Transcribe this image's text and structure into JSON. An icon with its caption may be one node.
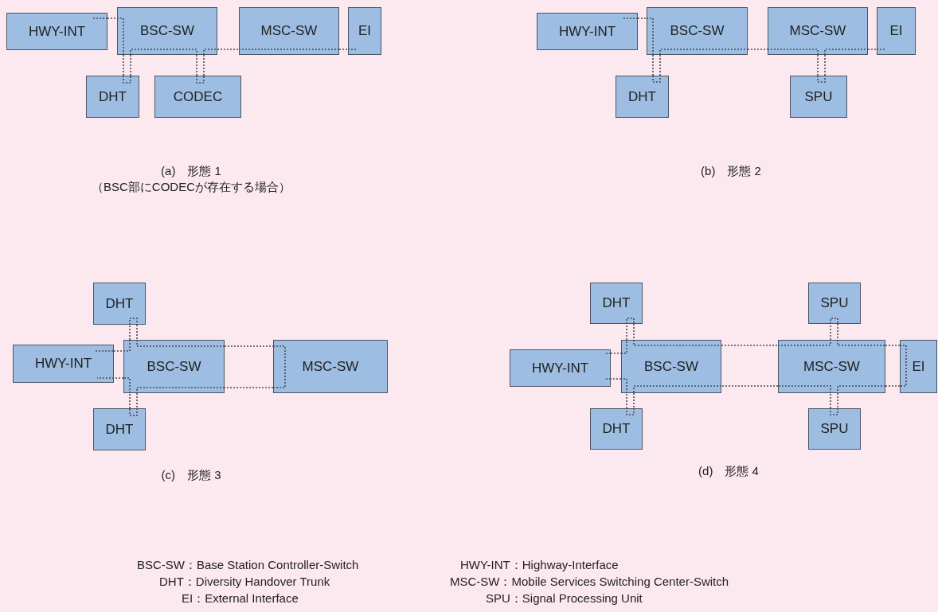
{
  "diagram": {
    "nodes": [
      {
        "text": [
          "HWY-INT"
        ]
      },
      {
        "text": [
          "BSC-SW"
        ]
      },
      {
        "text": [
          "MSC-SW"
        ]
      },
      {
        "text": [
          "EI"
        ]
      },
      {
        "text": [
          "DHT"
        ]
      },
      {
        "text": [
          "CODEC"
        ]
      },
      {
        "text": [
          "HWY-INT"
        ]
      },
      {
        "text": [
          "BSC-SW"
        ]
      },
      {
        "text": [
          "MSC-SW"
        ]
      },
      {
        "text": [
          "EI"
        ]
      },
      {
        "text": [
          "DHT"
        ]
      },
      {
        "text": [
          "SPU"
        ]
      },
      {
        "text": [
          "DHT"
        ]
      },
      {
        "text": [
          "HWY-INT"
        ]
      },
      {
        "text": [
          "BSC-SW"
        ]
      },
      {
        "text": [
          "MSC-SW"
        ]
      },
      {
        "text": [
          "DHT"
        ]
      },
      {
        "text": [
          "DHT"
        ]
      },
      {
        "text": [
          "SPU"
        ]
      },
      {
        "text": [
          "HWY-INT"
        ]
      },
      {
        "text": [
          "BSC-SW"
        ]
      },
      {
        "text": [
          "MSC-SW"
        ]
      },
      {
        "text": [
          "EI"
        ]
      },
      {
        "text": [
          "DHT"
        ]
      },
      {
        "text": [
          "SPU"
        ]
      }
    ],
    "edges": [
      {
        "from": 0,
        "to": 1,
        "arrow": "none",
        "style": "dashed"
      },
      {
        "from": 1,
        "to": 4,
        "arrow": "none",
        "style": "dashed"
      },
      {
        "from": 4,
        "to": 1,
        "arrow": "none",
        "style": "dashed"
      },
      {
        "from": 1,
        "to": 5,
        "arrow": "none",
        "style": "dashed"
      },
      {
        "from": 5,
        "to": 1,
        "arrow": "none",
        "style": "dashed"
      },
      {
        "from": 1,
        "to": 2,
        "arrow": "none",
        "style": "dashed"
      },
      {
        "from": 2,
        "to": 3,
        "arrow": "none",
        "style": "dashed"
      },
      {
        "from": 6,
        "to": 7,
        "arrow": "none",
        "style": "dashed"
      },
      {
        "from": 7,
        "to": 10,
        "arrow": "none",
        "style": "dashed"
      },
      {
        "from": 10,
        "to": 7,
        "arrow": "none",
        "style": "dashed"
      },
      {
        "from": 7,
        "to": 8,
        "arrow": "none",
        "style": "dashed"
      },
      {
        "from": 8,
        "to": 11,
        "arrow": "none",
        "style": "dashed"
      },
      {
        "from": 11,
        "to": 8,
        "arrow": "none",
        "style": "dashed"
      },
      {
        "from": 8,
        "to": 9,
        "arrow": "none",
        "style": "dashed"
      },
      {
        "from": 13,
        "to": 14,
        "arrow": "none",
        "style": "dashed"
      },
      {
        "from": 14,
        "to": 12,
        "arrow": "none",
        "style": "dashed"
      },
      {
        "from": 12,
        "to": 14,
        "arrow": "none",
        "style": "dashed"
      },
      {
        "from": 14,
        "to": 15,
        "arrow": "none",
        "style": "dashed"
      },
      {
        "from": 15,
        "to": 14,
        "arrow": "none",
        "style": "dashed"
      },
      {
        "from": 14,
        "to": 16,
        "arrow": "none",
        "style": "dashed"
      },
      {
        "from": 16,
        "to": 14,
        "arrow": "none",
        "style": "dashed"
      },
      {
        "from": 14,
        "to": 13,
        "arrow": "none",
        "style": "dashed"
      },
      {
        "from": 19,
        "to": 20,
        "arrow": "none",
        "style": "dashed"
      },
      {
        "from": 20,
        "to": 17,
        "arrow": "none",
        "style": "dashed"
      },
      {
        "from": 17,
        "to": 20,
        "arrow": "none",
        "style": "dashed"
      },
      {
        "from": 20,
        "to": 21,
        "arrow": "none",
        "style": "dashed"
      },
      {
        "from": 21,
        "to": 18,
        "arrow": "none",
        "style": "dashed"
      },
      {
        "from": 18,
        "to": 21,
        "arrow": "none",
        "style": "dashed"
      },
      {
        "from": 21,
        "to": 22,
        "arrow": "none",
        "style": "dashed"
      },
      {
        "from": 22,
        "to": 21,
        "arrow": "none",
        "style": "dashed"
      },
      {
        "from": 21,
        "to": 24,
        "arrow": "none",
        "style": "dashed"
      },
      {
        "from": 24,
        "to": 21,
        "arrow": "none",
        "style": "dashed"
      },
      {
        "from": 21,
        "to": 20,
        "arrow": "none",
        "style": "dashed"
      },
      {
        "from": 20,
        "to": 23,
        "arrow": "none",
        "style": "dashed"
      },
      {
        "from": 23,
        "to": 20,
        "arrow": "none",
        "style": "dashed"
      },
      {
        "from": 20,
        "to": 19,
        "arrow": "none",
        "style": "dashed"
      }
    ],
    "labels": [
      "(a)　形態 1",
      "（BSC部にCODECが存在する場合）",
      "(b)　形態 2",
      "(c)　形態 3",
      "(d)　形態 4",
      "BSC-SW：Base Station Controller-Switch",
      "HWY-INT：Highway-Interface",
      "DHT：Diversity Handover Trunk",
      "MSC-SW：Mobile Services Switching Center-Switch",
      "EI：External Interface",
      "SPU：Signal Processing Unit"
    ]
  }
}
